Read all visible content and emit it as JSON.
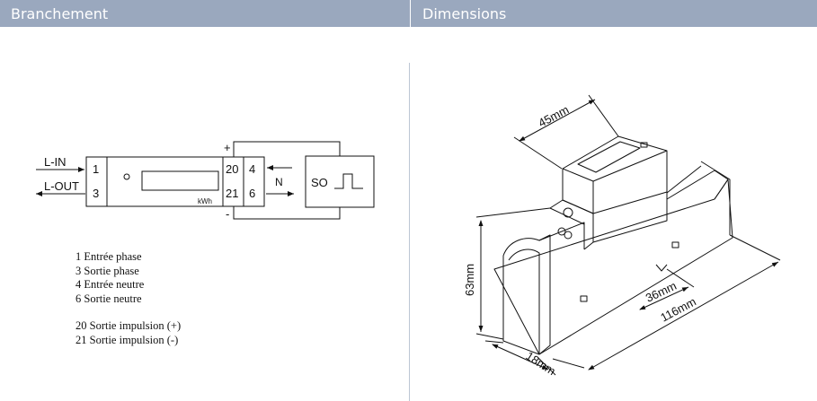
{
  "headers": {
    "left": "Branchement",
    "right": "Dimensions"
  },
  "wiring": {
    "l_in": "L-IN",
    "l_out": "L-OUT",
    "terminals_left": [
      "1",
      "3"
    ],
    "terminals_mid": [
      "20",
      "21"
    ],
    "terminals_right": [
      "4",
      "6"
    ],
    "unit": "kWh",
    "plus": "+",
    "minus": "-",
    "neutral": "N",
    "so": "SO"
  },
  "legend": {
    "group1": [
      "1 Entrée phase",
      "3 Sortie phase",
      "4 Entrée neutre",
      "6 Sortie neutre"
    ],
    "group2": [
      "20 Sortie impulsion (+)",
      "21 Sortie impulsion (-)"
    ]
  },
  "dimensions": {
    "width_top": "45mm",
    "height": "63mm",
    "depth": "18mm",
    "rail": "36mm",
    "length": "116mm"
  },
  "colors": {
    "header_bg": "#9aa8be",
    "header_text": "#ffffff",
    "divider": "#bcc6d4"
  }
}
